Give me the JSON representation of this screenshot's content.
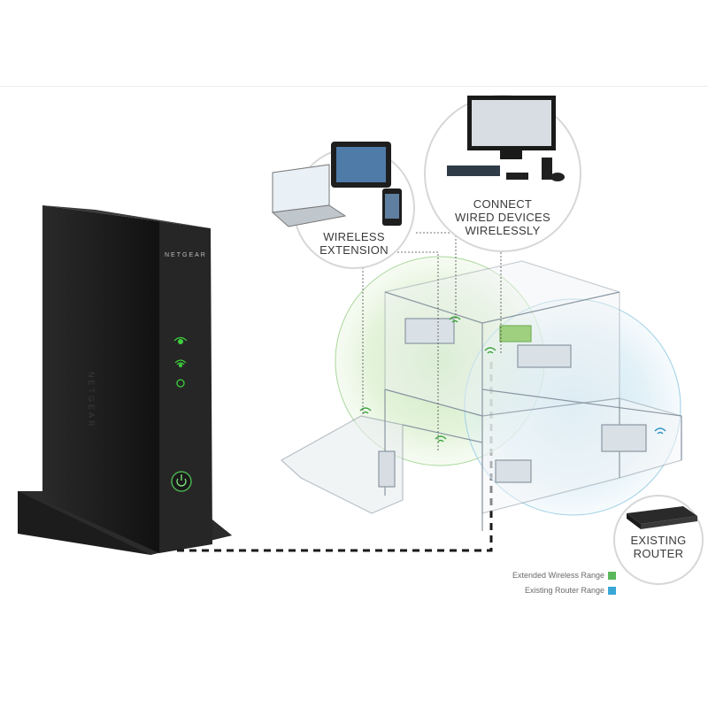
{
  "labels": {
    "wireless_extension": "WIRELESS\nEXTENSION",
    "connect_wired": "CONNECT\nWIRED DEVICES\nWIRELESSLY",
    "existing_router": "EXISTING\nROUTER"
  },
  "device": {
    "brand": "NETGEAR"
  },
  "legend": [
    {
      "label": "Extended Wireless Range",
      "color": "#5cb85c"
    },
    {
      "label": "Existing Router Range",
      "color": "#3aa7d6"
    }
  ],
  "icons": [
    "wifi-icon",
    "power-icon",
    "wps-icon"
  ]
}
